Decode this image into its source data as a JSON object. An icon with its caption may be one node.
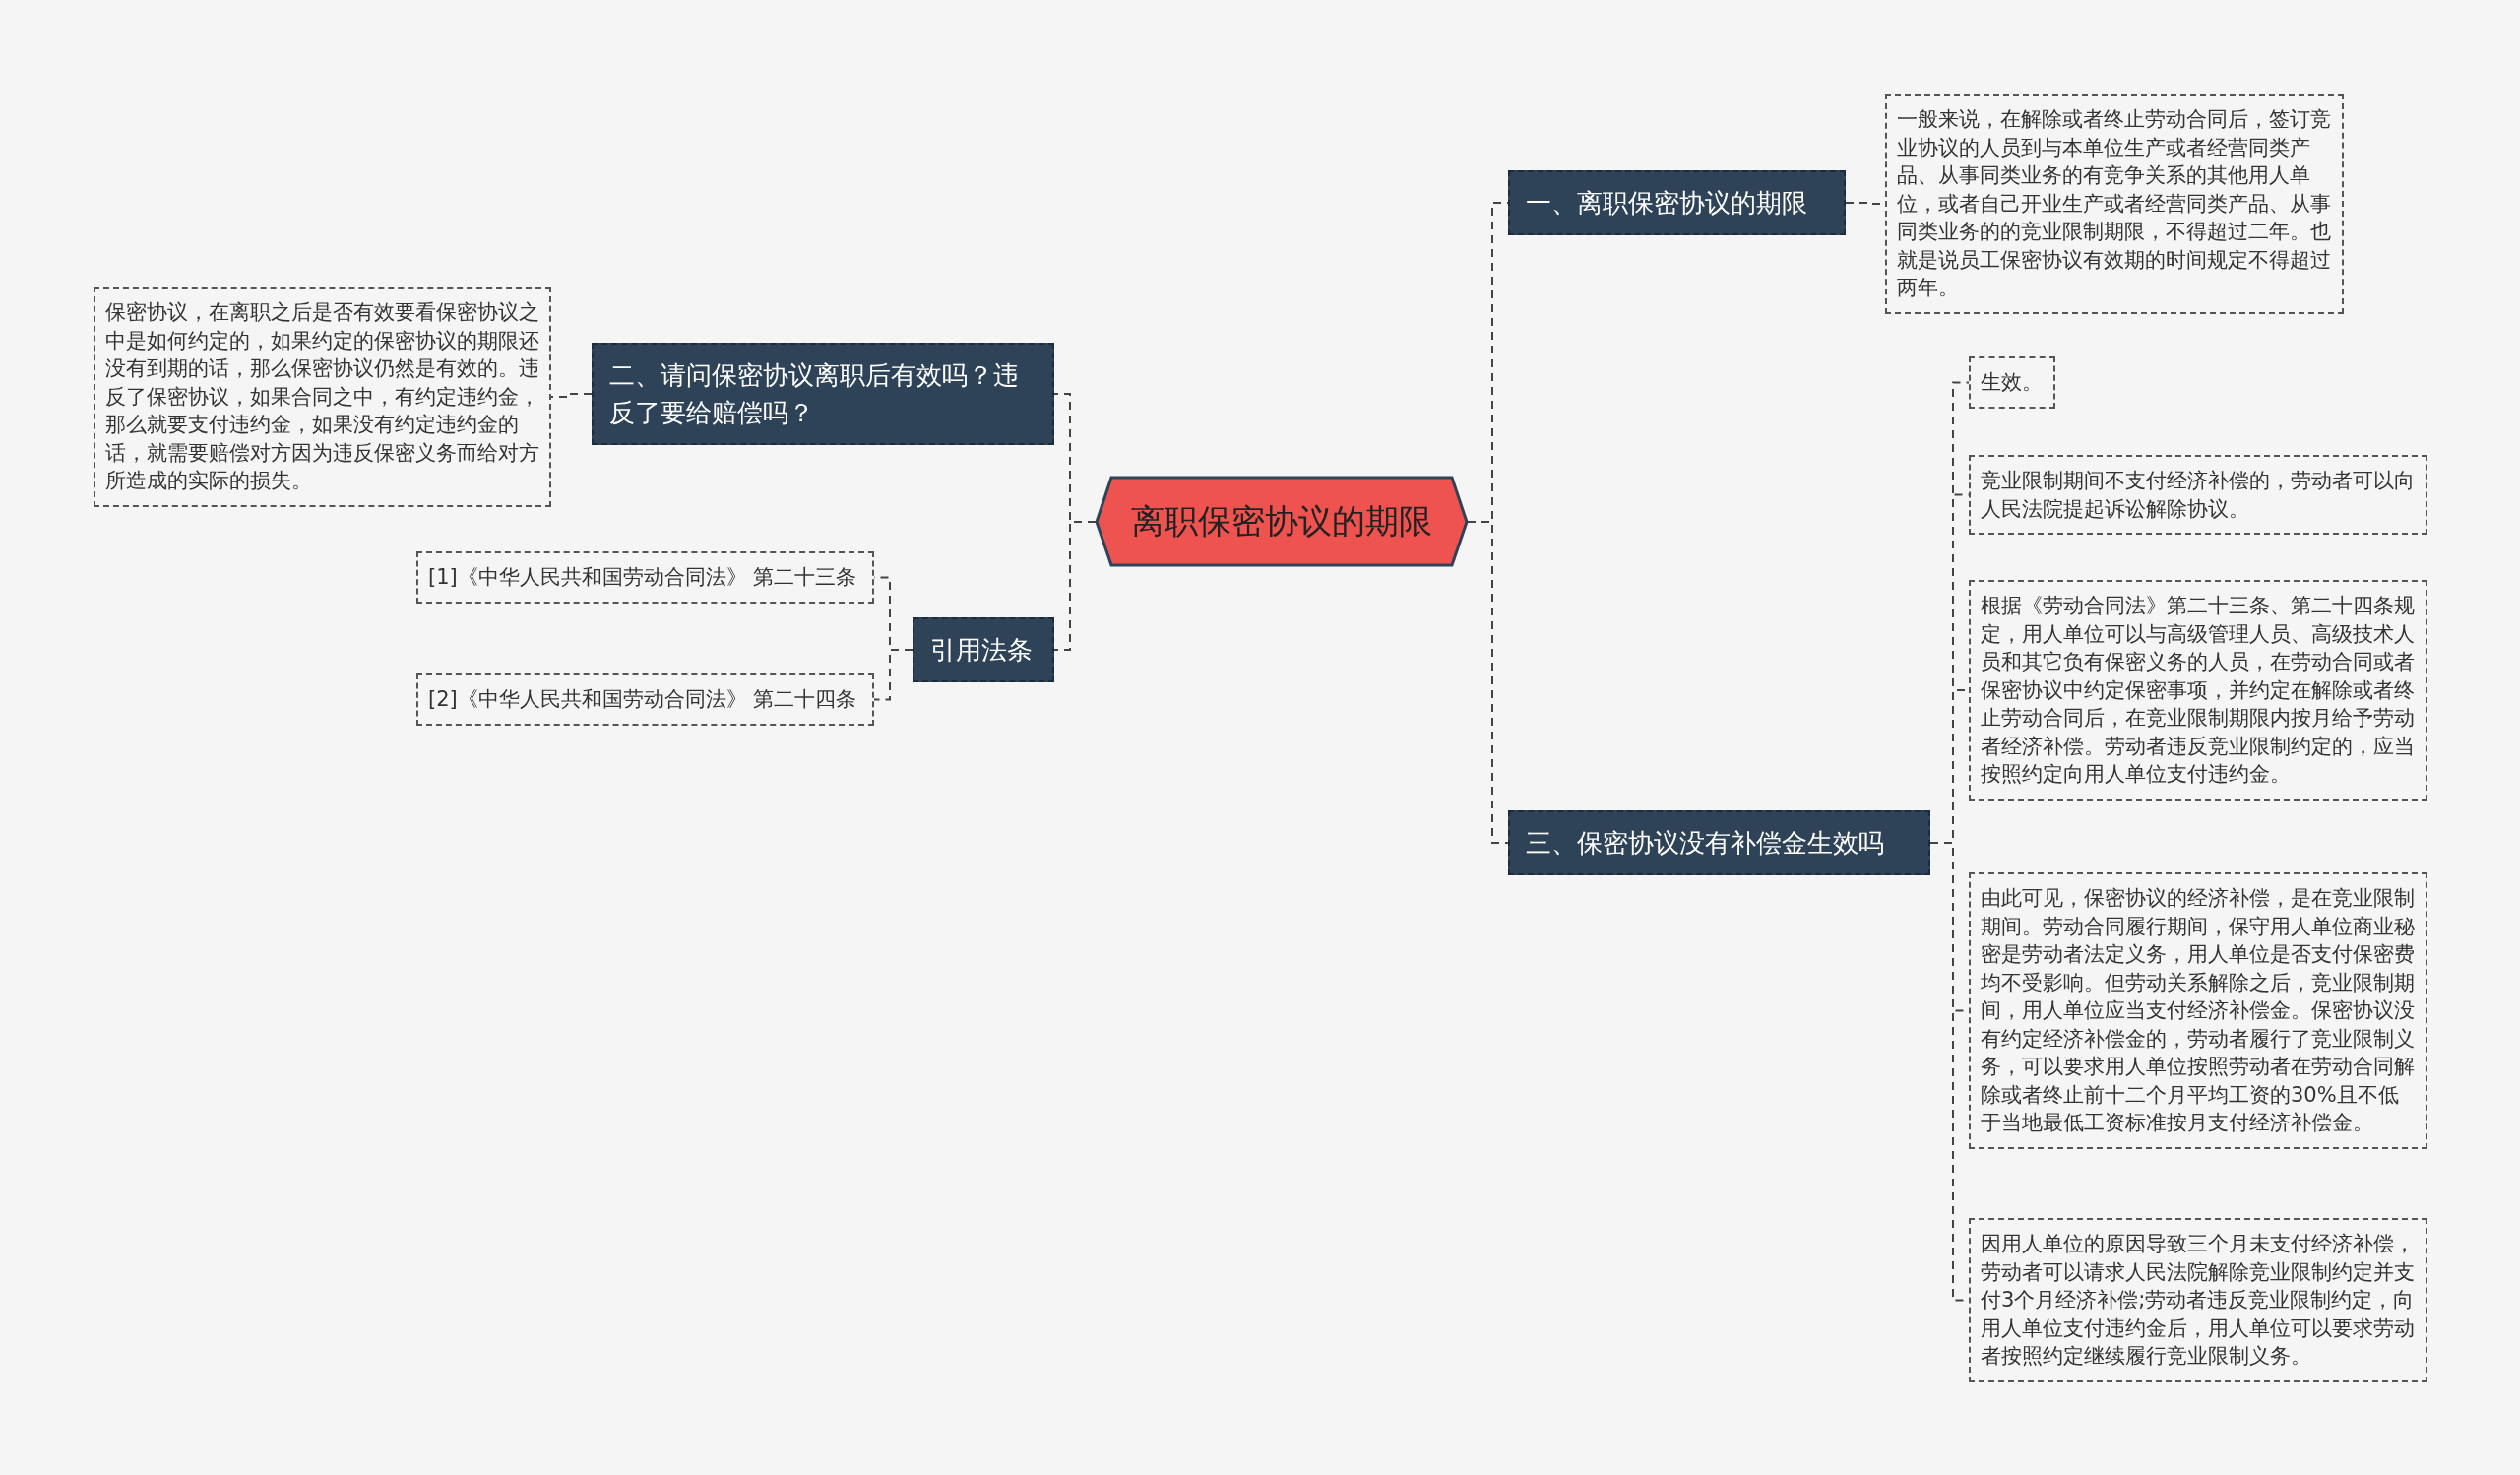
{
  "diagram": {
    "nodes": [
      {
        "text": [
          "离职保密协议的期限"
        ]
      },
      {
        "text": [
          "一、离职保密协议的期限"
        ]
      },
      {
        "text": [
          "一般来说，在解除或者终止劳动合同后，签订竞业协议的人员到与本单位生产或者经营同类产品、从事同类业务的有竞争关系的其他用人单位，或者自己开业生产或者经营同类产品、从事同类业务的的竞业限制期限，不得超过二年。也就是说员工保密协议有效期的时间规定不得超过两年。"
        ]
      },
      {
        "text": [
          "二、请问保密协议离职后有效吗？违反了要给赔偿吗？"
        ]
      },
      {
        "text": [
          "保密协议，在离职之后是否有效要看保密协议之中是如何约定的，如果约定的保密协议的期限还没有到期的话，那么保密协议仍然是有效的。违反了保密协议，如果合同之中，有约定违约金，那么就要支付违约金，如果没有约定违约金的话，就需要赔偿对方因为违反保密义务而给对方所造成的实际的损失。"
        ]
      },
      {
        "text": [
          "引用法条"
        ]
      },
      {
        "text": [
          "[1]《中华人民共和国劳动合同法》 第二十三条"
        ]
      },
      {
        "text": [
          "[2]《中华人民共和国劳动合同法》 第二十四条"
        ]
      },
      {
        "text": [
          "三、保密协议没有补偿金生效吗"
        ]
      },
      {
        "text": [
          "生效。"
        ]
      },
      {
        "text": [
          "竞业限制期间不支付经济补偿的，劳动者可以向人民法院提起诉讼解除协议。"
        ]
      },
      {
        "text": [
          "根据《劳动合同法》第二十三条、第二十四条规定，用人单位可以与高级管理人员、高级技术人员和其它负有保密义务的人员，在劳动合同或者保密协议中约定保密事项，并约定在解除或者终止劳动合同后，在竞业限制期限内按月给予劳动者经济补偿。劳动者违反竞业限制约定的，应当按照约定向用人单位支付违约金。"
        ]
      },
      {
        "text": [
          "由此可见，保密协议的经济补偿，是在竞业限制期间。劳动合同履行期间，保守用人单位商业秘密是劳动者法定义务，用人单位是否支付保密费均不受影响。但劳动关系解除之后，竞业限制期间，用人单位应当支付经济补偿金。保密协议没有约定经济补偿金的，劳动者履行了竞业限制义务，可以要求用人单位按照劳动者在劳动合同解除或者终止前十二个月平均工资的30%且不低于当地最低工资标准按月支付经济补偿金。"
        ]
      },
      {
        "text": [
          "因用人单位的原因导致三个月未支付经济补偿，劳动者可以请求人民法院解除竞业限制约定并支付3个月经济补偿;劳动者违反竞业限制约定，向用人单位支付违约金后，用人单位可以要求劳动者按照约定继续履行竞业限制义务。"
        ]
      }
    ],
    "edges": [
      {
        "from": 0,
        "to": 1,
        "arrow": "none",
        "style": "dashed"
      },
      {
        "from": 1,
        "to": 2,
        "arrow": "none",
        "style": "dashed"
      },
      {
        "from": 0,
        "to": 3,
        "arrow": "none",
        "style": "dashed"
      },
      {
        "from": 3,
        "to": 4,
        "arrow": "none",
        "style": "dashed"
      },
      {
        "from": 0,
        "to": 5,
        "arrow": "none",
        "style": "dashed"
      },
      {
        "from": 5,
        "to": 6,
        "arrow": "none",
        "style": "dashed"
      },
      {
        "from": 5,
        "to": 7,
        "arrow": "none",
        "style": "dashed"
      },
      {
        "from": 0,
        "to": 8,
        "arrow": "none",
        "style": "dashed"
      },
      {
        "from": 8,
        "to": 9,
        "arrow": "none",
        "style": "dashed"
      },
      {
        "from": 8,
        "to": 10,
        "arrow": "none",
        "style": "dashed"
      },
      {
        "from": 8,
        "to": 11,
        "arrow": "none",
        "style": "dashed"
      },
      {
        "from": 8,
        "to": 12,
        "arrow": "none",
        "style": "dashed"
      },
      {
        "from": 8,
        "to": 13,
        "arrow": "none",
        "style": "dashed"
      }
    ]
  }
}
